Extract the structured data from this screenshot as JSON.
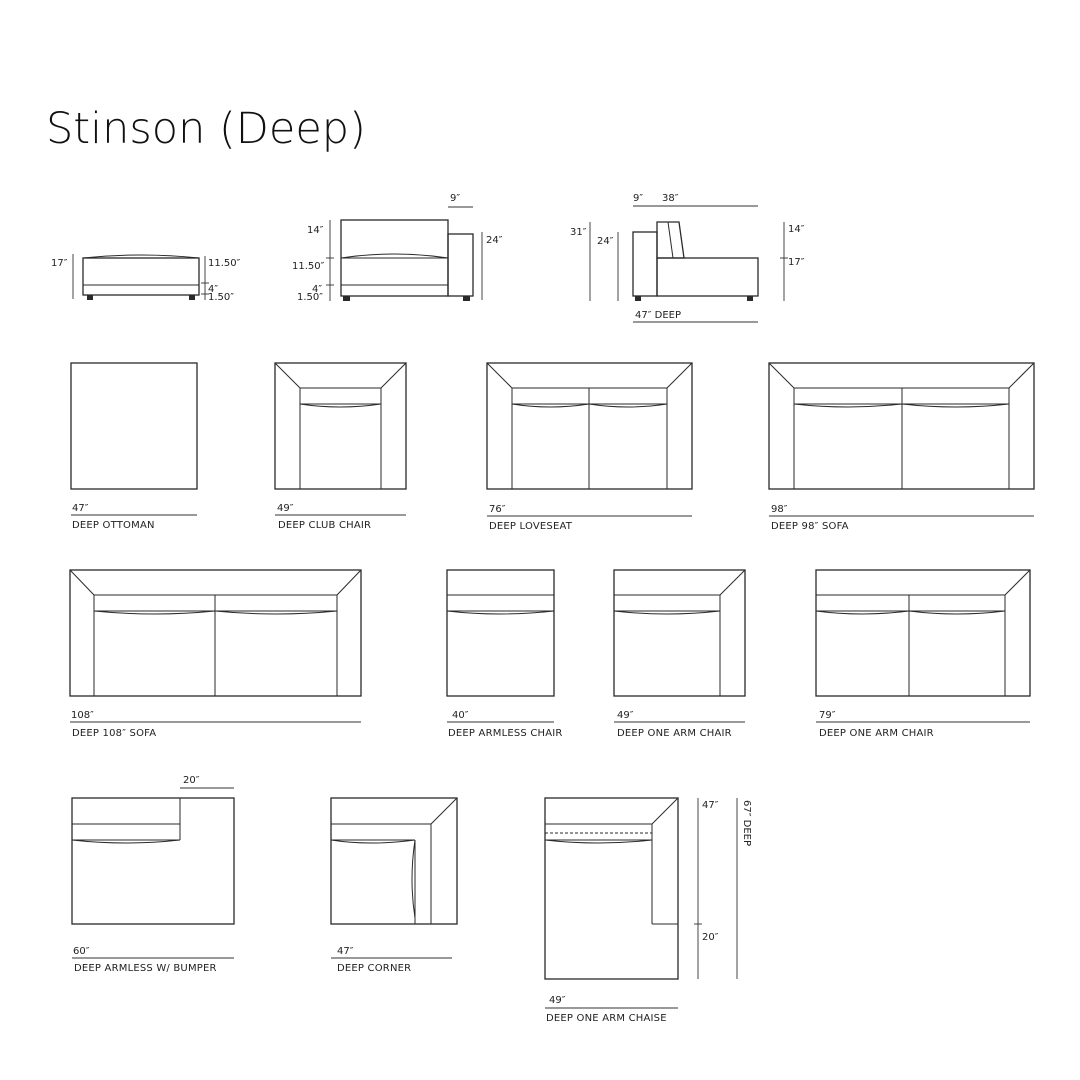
{
  "title": "Stinson (Deep)",
  "side_views": {
    "ottoman": {
      "height": "17″",
      "seat": "11.50″",
      "base": "4″",
      "leg": "1.50″"
    },
    "club_side": {
      "back": "14″",
      "seat": "11.50″",
      "base": "4″",
      "leg": "1.50″",
      "arm_width": "9″",
      "arm_height": "24″"
    },
    "profile": {
      "overall_height": "31″",
      "arm_height": "24″",
      "arm_width": "9″",
      "seat_depth": "38″",
      "back": "14″",
      "seat_height": "17″",
      "depth": "47″ DEEP"
    }
  },
  "pieces": [
    {
      "width": "47″",
      "name": "DEEP OTTOMAN"
    },
    {
      "width": "49″",
      "name": "DEEP CLUB CHAIR"
    },
    {
      "width": "76″",
      "name": "DEEP LOVESEAT"
    },
    {
      "width": "98″",
      "name": "DEEP 98″ SOFA"
    },
    {
      "width": "108″",
      "name": "DEEP 108″ SOFA"
    },
    {
      "width": "40″",
      "name": "DEEP ARMLESS CHAIR"
    },
    {
      "width": "49″",
      "name": "DEEP ONE ARM CHAIR"
    },
    {
      "width": "79″",
      "name": "DEEP ONE ARM CHAIR"
    },
    {
      "width": "60″",
      "name": "DEEP ARMLESS W/ BUMPER",
      "bumper": "20″"
    },
    {
      "width": "47″",
      "name": "DEEP CORNER"
    },
    {
      "width": "49″",
      "name": "DEEP ONE ARM CHAISE",
      "back_depth": "47″",
      "arm_depth": "20″",
      "total_depth": "67″ DEEP"
    }
  ]
}
